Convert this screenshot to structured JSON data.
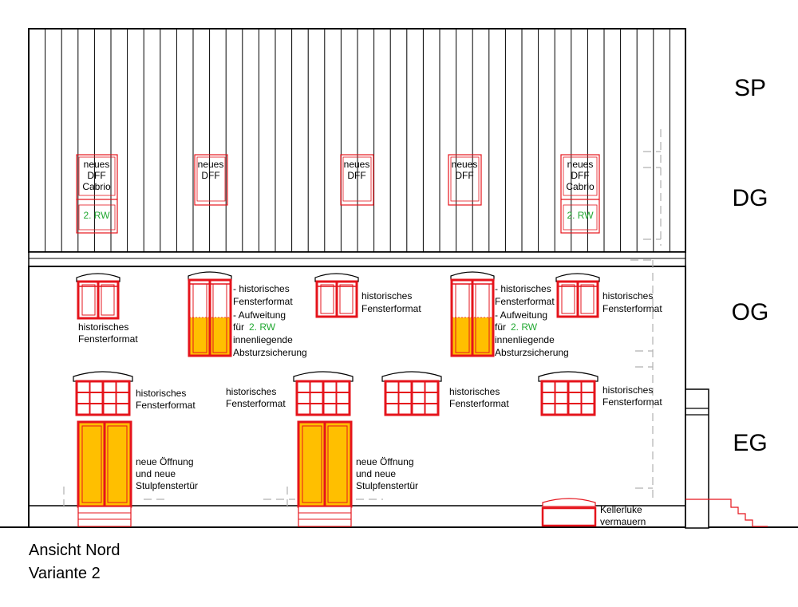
{
  "floors": {
    "sp": "SP",
    "dg": "DG",
    "og": "OG",
    "eg": "EG"
  },
  "title": {
    "line1": "Ansicht Nord",
    "line2": "Variante 2"
  },
  "dormer": {
    "line1": "neues",
    "line2": "DFF",
    "line3": "Cabrio",
    "rw": "2. RW"
  },
  "og_hist": {
    "line1": "historisches",
    "line2": "Fensterformat"
  },
  "og_note": {
    "line1": "- historisches",
    "line2": "Fensterformat",
    "line3": "- Aufweitung",
    "line4_pre": "für",
    "line4_rw": "2. RW",
    "line5": "innenliegende",
    "line6": "Absturzsicherung"
  },
  "eg_hist": {
    "line1": "historisches",
    "line2": "Fensterformat"
  },
  "eg_door": {
    "line1": "neue Öffnung",
    "line2": "und neue",
    "line3": "Stulpfenstertür"
  },
  "cellar": {
    "line1": "Kellerluke",
    "line2": "vermauern"
  },
  "colors": {
    "red": "#e5141c",
    "yellow": "#ffbf00",
    "green": "#22a832",
    "black": "#000000",
    "gray": "#b0b0b0"
  }
}
